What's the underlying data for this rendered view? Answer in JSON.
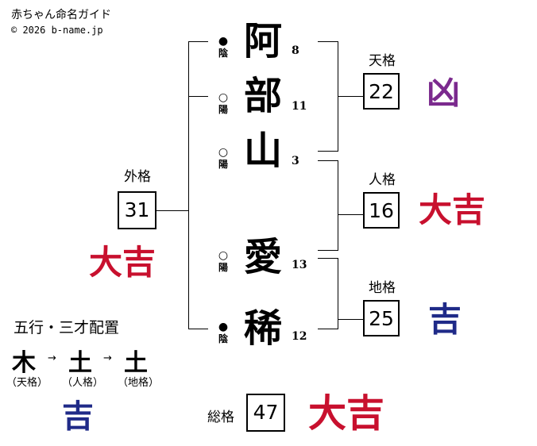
{
  "header": {
    "title": "赤ちゃん命名ガイド",
    "copyright": "© 2026 b-name.jp"
  },
  "name": [
    {
      "char": "阿",
      "strokes": "8",
      "yinyang_symbol": "●",
      "yinyang": "陰"
    },
    {
      "char": "部",
      "strokes": "11",
      "yinyang_symbol": "○",
      "yinyang": "陽"
    },
    {
      "char": "山",
      "strokes": "3",
      "yinyang_symbol": "○",
      "yinyang": "陽"
    },
    {
      "char": "愛",
      "strokes": "13",
      "yinyang_symbol": "○",
      "yinyang": "陽"
    },
    {
      "char": "稀",
      "strokes": "12",
      "yinyang_symbol": "●",
      "yinyang": "陰"
    }
  ],
  "kakusu": {
    "ten": {
      "label": "天格",
      "value": "22",
      "fortune": "凶"
    },
    "jin": {
      "label": "人格",
      "value": "16",
      "fortune": "大吉"
    },
    "chi": {
      "label": "地格",
      "value": "25",
      "fortune": "吉"
    },
    "gai": {
      "label": "外格",
      "value": "31",
      "fortune": "大吉"
    },
    "so": {
      "label": "総格",
      "value": "47",
      "fortune": "大吉"
    }
  },
  "gogyo": {
    "title": "五行・三才配置",
    "elements": [
      {
        "el": "木",
        "label": "（天格）"
      },
      {
        "el": "土",
        "label": "（人格）"
      },
      {
        "el": "土",
        "label": "（地格）"
      }
    ],
    "arrow": "→",
    "fortune": "吉"
  },
  "colors": {
    "kyo": "#7b2a8e",
    "daikichi": "#c8102e",
    "kichi": "#1f2a88"
  }
}
